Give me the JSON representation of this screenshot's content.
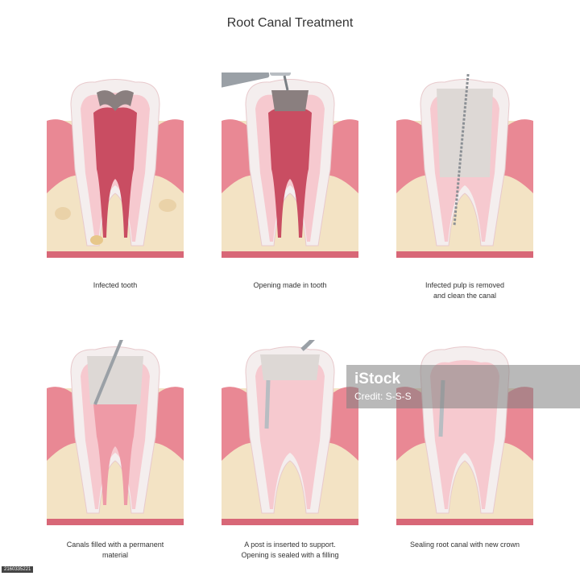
{
  "title": "Root Canal Treatment",
  "steps": [
    {
      "caption": "Infected tooth"
    },
    {
      "caption": "Opening made in tooth"
    },
    {
      "caption": "Infected pulp is removed\nand clean the canal"
    },
    {
      "caption": "Canals filled with a permanent\nmaterial"
    },
    {
      "caption": "A post is inserted to support.\nOpening is sealed with a filling"
    },
    {
      "caption": "Sealing root canal with new crown"
    }
  ],
  "watermark": {
    "logo": "iStock",
    "credit": "Credit: S-S-S"
  },
  "stock_id": "2160335221",
  "colors": {
    "gum": "#e98894",
    "gum_dark": "#d86777",
    "bone": "#f3e3c4",
    "enamel": "#f4eeee",
    "dentin": "#f6c9cf",
    "pulp_infected": "#c94d62",
    "pulp_healthy": "#ee9aa6",
    "filling": "#ddd8d5",
    "tool": "#9aa0a6"
  }
}
